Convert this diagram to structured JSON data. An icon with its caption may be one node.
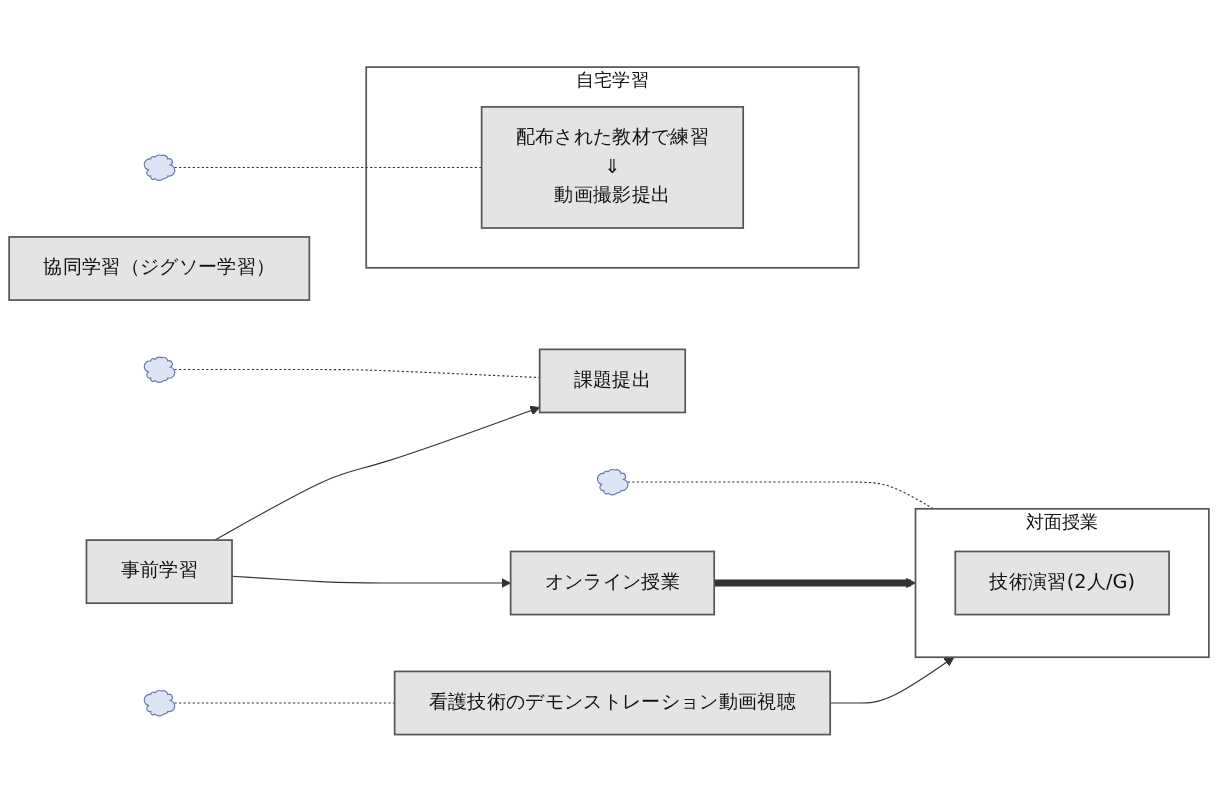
{
  "diagram": {
    "nodes": [
      {
        "text": [],
        "shape": "cloud"
      },
      {
        "text": [
          "協同学習（ジグソー学習）"
        ]
      },
      {
        "text": [
          "看護技術のデモンストレーション動画視聴"
        ]
      },
      {
        "text": [
          "事前学習"
        ]
      },
      {
        "text": [
          "オンライン授業"
        ]
      },
      {
        "text": [
          "課題提出"
        ]
      },
      {
        "text": [
          "対面授業"
        ]
      },
      {
        "text": [
          "技術演習(2人/G)"
        ],
        "in": 6
      },
      {
        "text": [
          "自宅学習"
        ]
      },
      {
        "text": [
          "配布された教材で練習",
          "⇓",
          "動画撮影提出"
        ],
        "in": 8
      },
      {
        "text": [],
        "shape": "cloud"
      },
      {
        "text": [],
        "shape": "cloud"
      },
      {
        "text": [],
        "shape": "cloud"
      }
    ],
    "edges": [
      {
        "from": 2,
        "to": 6,
        "arrow": "to"
      },
      {
        "from": 3,
        "to": 4,
        "arrow": "to"
      },
      {
        "from": 3,
        "to": 5,
        "arrow": "to"
      },
      {
        "from": 4,
        "to": 6,
        "arrow": "to",
        "style": "thick"
      },
      {
        "from": 0,
        "to": 2,
        "arrow": "none",
        "style": "dashed"
      },
      {
        "from": 10,
        "to": 5,
        "arrow": "none",
        "style": "dashed"
      },
      {
        "from": 11,
        "to": 6,
        "arrow": "none",
        "style": "dashed"
      },
      {
        "from": 12,
        "to": 9,
        "arrow": "none",
        "style": "dashed"
      }
    ]
  }
}
